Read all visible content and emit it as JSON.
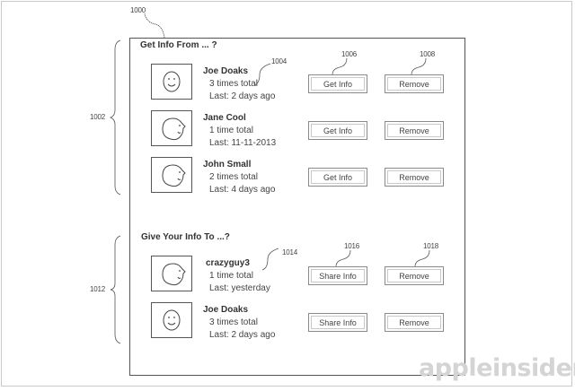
{
  "figure": {
    "ref_main": "1000",
    "watermark": "appleinsider"
  },
  "sections": [
    {
      "title": "Get Info From ... ?",
      "bracket_ref": "1002",
      "entries": [
        {
          "name": "Joe Doaks",
          "count": "3 times total",
          "last": "Last: 2 days ago",
          "face": "smiley-front",
          "primary_button": "Get Info",
          "secondary_button": "Remove"
        },
        {
          "name": "Jane Cool",
          "count": "1 time total",
          "last": "Last: 11-11-2013",
          "face": "profile",
          "primary_button": "Get Info",
          "secondary_button": "Remove"
        },
        {
          "name": "John Small",
          "count": "2 times total",
          "last": "Last: 4 days ago",
          "face": "profile",
          "primary_button": "Get Info",
          "secondary_button": "Remove"
        }
      ],
      "refs": {
        "entry": "1004",
        "primary_button": "1006",
        "secondary_button": "1008"
      }
    },
    {
      "title": "Give Your Info To ...?",
      "bracket_ref": "1012",
      "entries": [
        {
          "name": "crazyguy3",
          "count": "1 time total",
          "last": "Last: yesterday",
          "face": "profile",
          "primary_button": "Share Info",
          "secondary_button": "Remove"
        },
        {
          "name": "Joe Doaks",
          "count": "3 times total",
          "last": "Last: 2 days ago",
          "face": "smiley-front",
          "primary_button": "Share Info",
          "secondary_button": "Remove"
        }
      ],
      "refs": {
        "entry": "1014",
        "primary_button": "1016",
        "secondary_button": "1018"
      }
    }
  ]
}
